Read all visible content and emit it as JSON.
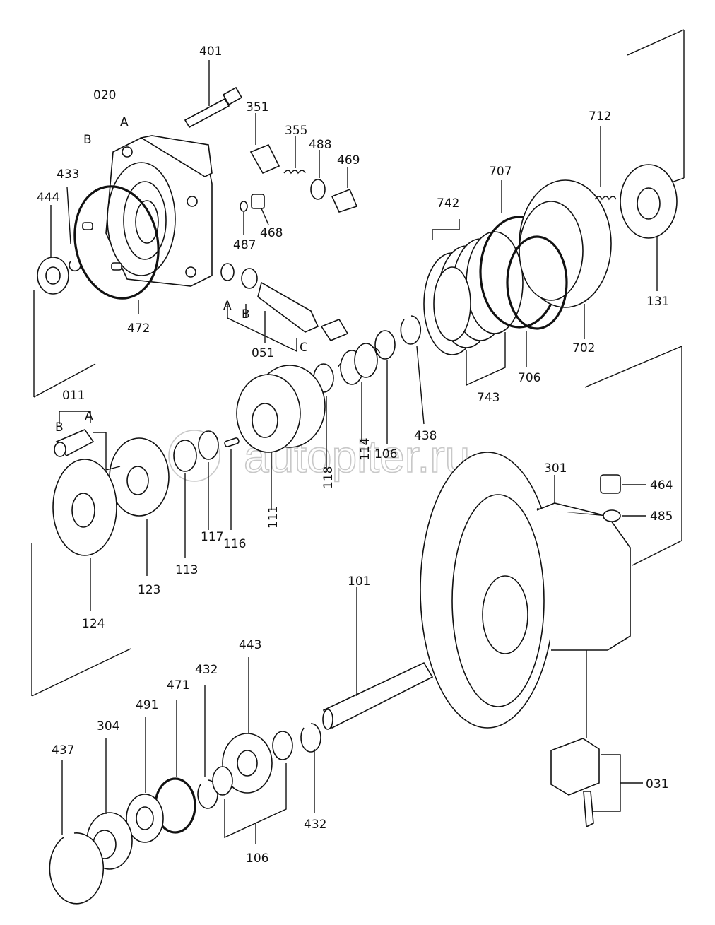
{
  "watermark": {
    "text": "autopiter.ru"
  },
  "labels": {
    "l401": "401",
    "l020": "020",
    "lA1": "A",
    "lB1": "B",
    "l351": "351",
    "l355": "355",
    "l488": "488",
    "l469": "469",
    "l433": "433",
    "l444": "444",
    "l468": "468",
    "l487": "487",
    "l472": "472",
    "lA2": "A",
    "lB2": "B",
    "lC": "C",
    "l051": "051",
    "l742": "742",
    "l707": "707",
    "l712": "712",
    "l131": "131",
    "l702": "702",
    "l706": "706",
    "l743": "743",
    "l438": "438",
    "l011": "011",
    "lB3": "B",
    "lA3": "A",
    "l106a": "106",
    "l114": "114",
    "l118": "118",
    "l111": "111",
    "l116": "116",
    "l117": "117",
    "l113": "113",
    "l123": "123",
    "l124": "124",
    "l301": "301",
    "l464": "464",
    "l485": "485",
    "l101": "101",
    "l443": "443",
    "l432a": "432",
    "l471": "471",
    "l491": "491",
    "l304": "304",
    "l437": "437",
    "l432b": "432",
    "l106b": "106",
    "l031": "031"
  },
  "colors": {
    "ink": "#111111",
    "watermark": "#c8c8c8",
    "background": "#ffffff"
  }
}
